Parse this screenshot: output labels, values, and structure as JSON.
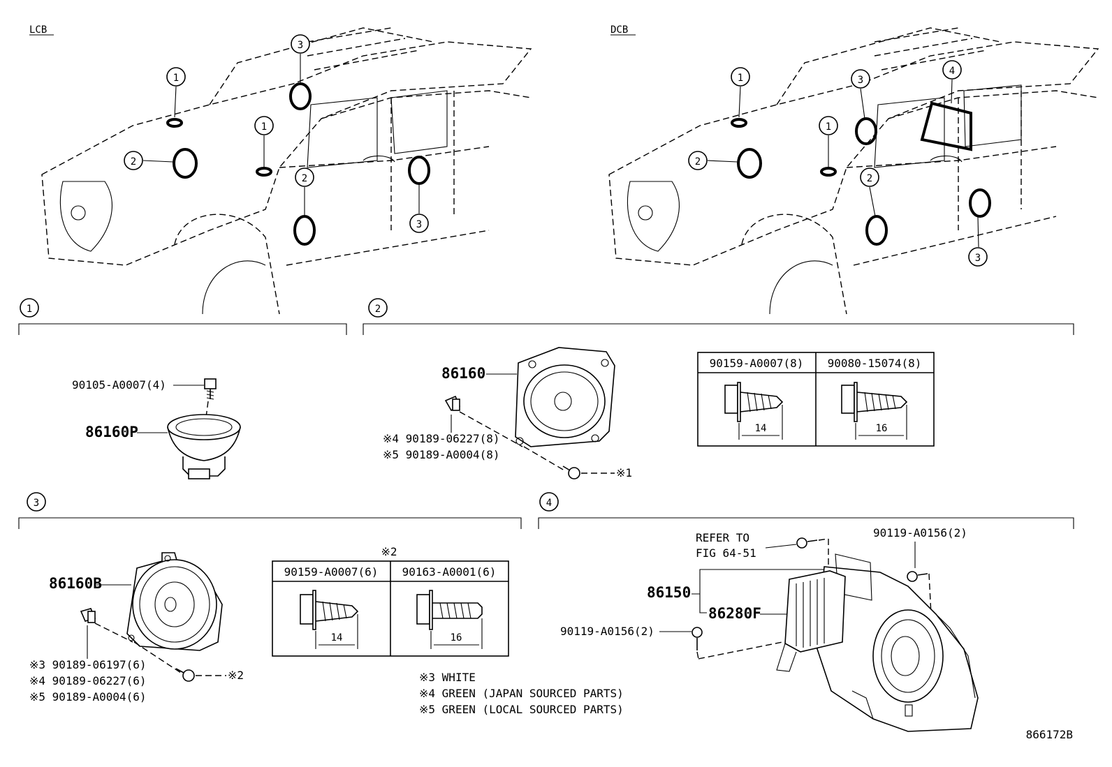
{
  "views": {
    "lcb": "LCB",
    "dcb": "DCB"
  },
  "callouts": [
    "1",
    "2",
    "3",
    "4"
  ],
  "sections": {
    "s1": {
      "number": "1",
      "parts": {
        "bolt": "90105-A0007(4)",
        "speaker": "86160P"
      }
    },
    "s2": {
      "number": "2",
      "parts": {
        "speaker": "86160",
        "clip_a": "※4 90189-06227(8)",
        "clip_b": "※5 90189-A0004(8)",
        "screw_note": "※1"
      },
      "table": {
        "headers": [
          "90159-A0007(8)",
          "90080-15074(8)"
        ],
        "lengths": [
          "14",
          "16"
        ]
      }
    },
    "s3": {
      "number": "3",
      "parts": {
        "speaker": "86160B",
        "clip_a": "※3 90189-06197(6)",
        "clip_b": "※4 90189-06227(6)",
        "clip_c": "※5 90189-A0004(6)",
        "screw_note": "※2"
      },
      "table_label": "※2",
      "table": {
        "headers": [
          "90159-A0007(6)",
          "90163-A0001(6)"
        ],
        "lengths": [
          "14",
          "16"
        ]
      }
    },
    "s4": {
      "number": "4",
      "parts": {
        "refer_line1": "REFER TO",
        "refer_line2": "FIG 64-51",
        "bolt_top": "90119-A0156(2)",
        "assembly": "86150",
        "amplifier": "86280F",
        "bolt_left": "90119-A0156(2)"
      }
    }
  },
  "notes": [
    "※3 WHITE",
    "※4 GREEN (JAPAN SOURCED PARTS)",
    "※5 GREEN (LOCAL SOURCED PARTS)"
  ],
  "figure_id": "866172B"
}
